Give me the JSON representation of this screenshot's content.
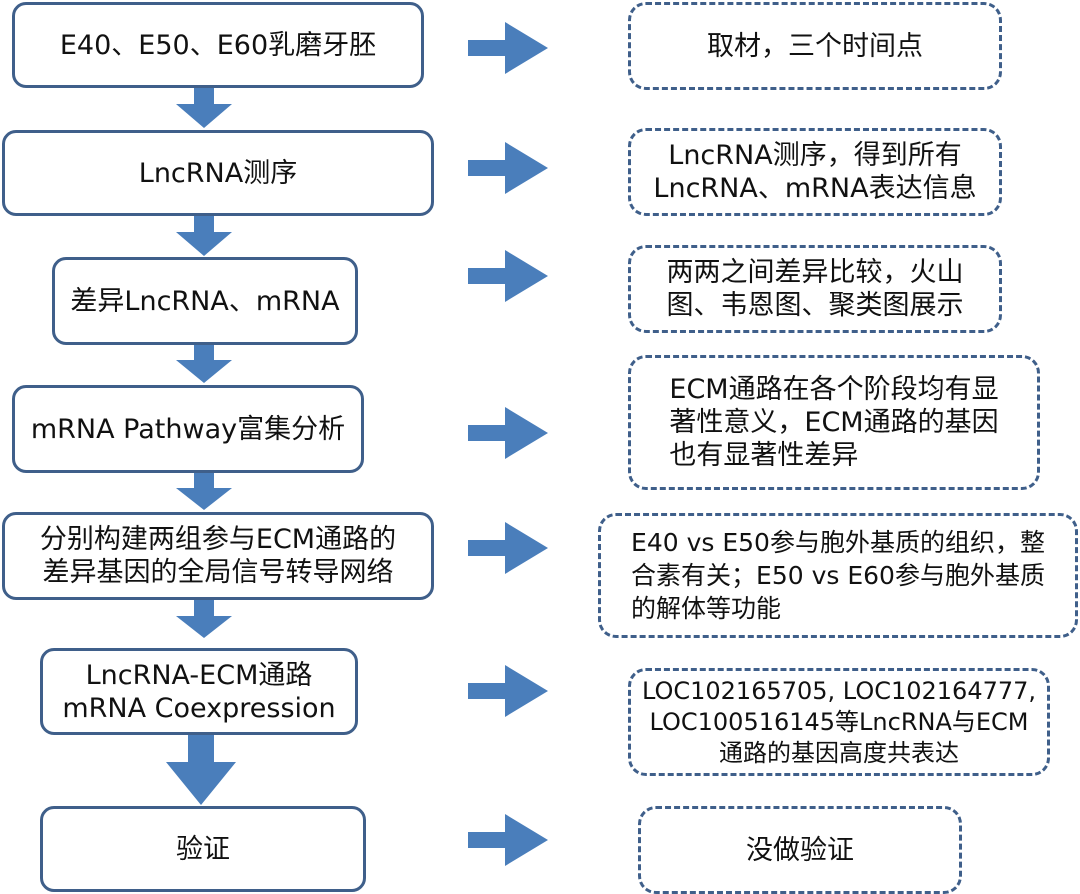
{
  "steps": [
    {
      "label": [
        "E40、E50、E60乳磨牙胚"
      ]
    },
    {
      "label": [
        "LncRNA测序"
      ]
    },
    {
      "label": [
        "差异LncRNA、mRNA"
      ]
    },
    {
      "label": [
        "mRNA Pathway富集分析"
      ]
    },
    {
      "label": [
        "分别构建两组参与ECM通路的",
        "差异基因的全局信号转导网络"
      ]
    },
    {
      "label": [
        "LncRNA-ECM通路",
        "mRNA Coexpression"
      ]
    },
    {
      "label": [
        "验证"
      ]
    }
  ],
  "notes": [
    {
      "label": [
        "取材，三个时间点"
      ]
    },
    {
      "label": [
        "LncRNA测序，得到所有",
        "LncRNA、mRNA表达信息"
      ]
    },
    {
      "label": [
        "两两之间差异比较，火山",
        "图、韦恩图、聚类图展示"
      ]
    },
    {
      "label": [
        "ECM通路在各个阶段均有显",
        "著性意义，ECM通路的基因",
        "也有显著性差异"
      ]
    },
    {
      "label": [
        "E40 vs E50参与胞外基质的组织，整",
        "合素有关；E50 vs E60参与胞外基质",
        "的解体等功能"
      ]
    },
    {
      "label": [
        "LOC102165705, LOC102164777,",
        "LOC100516145等LncRNA与ECM",
        "通路的基因高度共表达"
      ]
    },
    {
      "label": [
        "没做验证"
      ]
    }
  ],
  "colors": {
    "border": "#3f5f8a",
    "arrow": "#4a7ebb"
  }
}
